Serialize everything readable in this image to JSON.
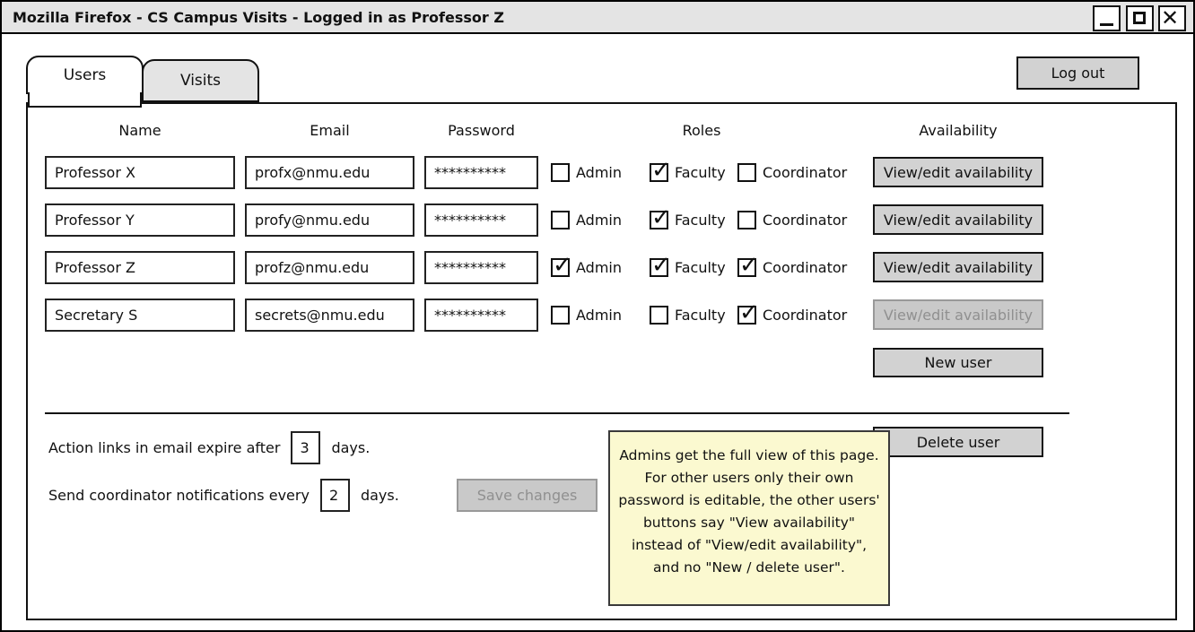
{
  "window": {
    "title": "Mozilla Firefox - CS Campus Visits - Logged in as Professor Z"
  },
  "tabs": [
    {
      "label": "Users",
      "active": true
    },
    {
      "label": "Visits",
      "active": false
    }
  ],
  "logout_label": "Log out",
  "table": {
    "headers": {
      "name": "Name",
      "email": "Email",
      "password": "Password",
      "roles": "Roles",
      "availability": "Availability"
    },
    "role_labels": [
      "Admin",
      "Faculty",
      "Coordinator"
    ],
    "rows": [
      {
        "name": "Professor X",
        "email": "profx@nmu.edu",
        "password": "**********",
        "admin": false,
        "faculty": true,
        "coordinator": false,
        "availability_label": "View/edit availability",
        "availability_enabled": true
      },
      {
        "name": "Professor Y",
        "email": "profy@nmu.edu",
        "password": "**********",
        "admin": false,
        "faculty": true,
        "coordinator": false,
        "availability_label": "View/edit availability",
        "availability_enabled": true
      },
      {
        "name": "Professor Z",
        "email": "profz@nmu.edu",
        "password": "**********",
        "admin": true,
        "faculty": true,
        "coordinator": true,
        "availability_label": "View/edit availability",
        "availability_enabled": true
      },
      {
        "name": "Secretary S",
        "email": "secrets@nmu.edu",
        "password": "**********",
        "admin": false,
        "faculty": false,
        "coordinator": true,
        "availability_label": "View/edit availability",
        "availability_enabled": false
      }
    ]
  },
  "buttons": {
    "new_user": "New user",
    "delete_user": "Delete user",
    "save_changes": "Save changes"
  },
  "settings": [
    {
      "prefix": "Action links in email expire after",
      "value": "3",
      "suffix": "days."
    },
    {
      "prefix": "Send coordinator notifications every",
      "value": "2",
      "suffix": "days."
    }
  ],
  "note": {
    "text": "Admins get the full view of this page. For other users only their own password is editable, the other users' buttons say \"View availability\" instead of \"View/edit availability\", and no \"New / delete user\"."
  },
  "colors": {
    "titlebar_bg": "#e4e4e4",
    "tab_inactive_bg": "#e4e4e4",
    "button_bg": "#d2d2d2",
    "button_disabled_bg": "#c9c9c9",
    "button_disabled_border": "#999999",
    "button_disabled_text": "#909090",
    "note_bg": "#fbf9d0"
  }
}
